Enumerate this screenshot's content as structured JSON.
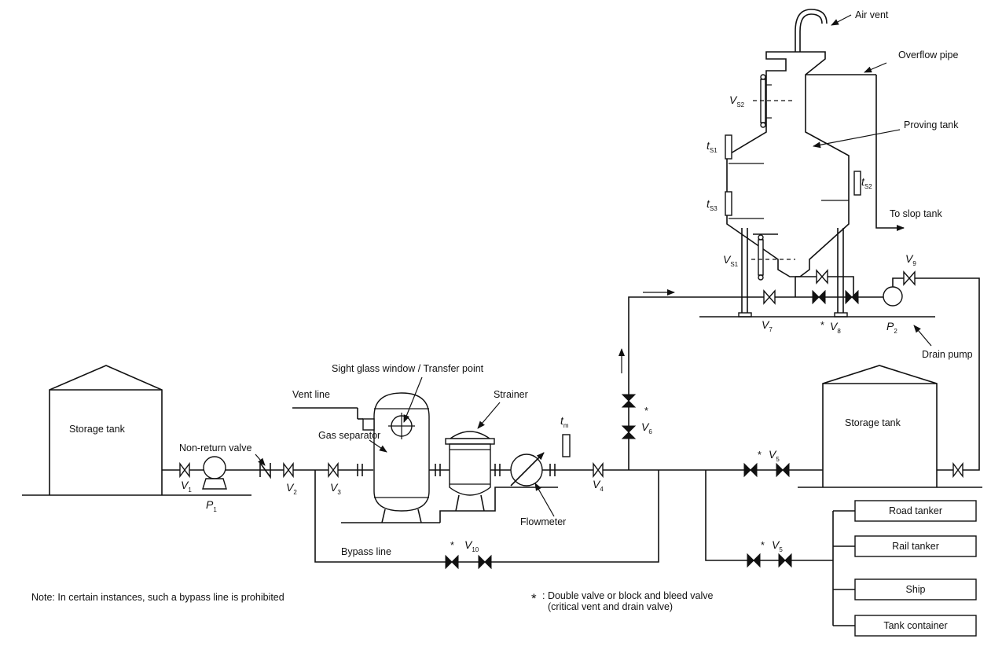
{
  "labels": {
    "storage_tank_left": "Storage tank",
    "storage_tank_right": "Storage tank",
    "non_return_valve": "Non-return valve",
    "gas_separator": "Gas separator",
    "vent_line": "Vent line",
    "sight_glass": "Sight glass window / Transfer point",
    "strainer": "Strainer",
    "flowmeter": "Flowmeter",
    "bypass_line": "Bypass line",
    "air_vent": "Air vent",
    "overflow_pipe": "Overflow pipe",
    "proving_tank": "Proving tank",
    "to_slop_tank": "To slop tank",
    "drain_pump": "Drain pump"
  },
  "destinations": [
    "Road tanker",
    "Rail tanker",
    "Ship",
    "Tank container"
  ],
  "symbols": {
    "V1": {
      "main": "V",
      "sub": "1"
    },
    "V2": {
      "main": "V",
      "sub": "2"
    },
    "V3": {
      "main": "V",
      "sub": "3"
    },
    "V4": {
      "main": "V",
      "sub": "4"
    },
    "V5a": {
      "main": "V",
      "sub": "5"
    },
    "V5b": {
      "main": "V",
      "sub": "5"
    },
    "V6": {
      "main": "V",
      "sub": "6"
    },
    "V7": {
      "main": "V",
      "sub": "7"
    },
    "V8": {
      "main": "V",
      "sub": "8"
    },
    "V9": {
      "main": "V",
      "sub": "9"
    },
    "V10": {
      "main": "V",
      "sub": "10"
    },
    "P1": {
      "main": "P",
      "sub": "1"
    },
    "P2": {
      "main": "P",
      "sub": "2"
    },
    "tm": {
      "main": "t",
      "sub": "m"
    },
    "tS1": {
      "main": "t",
      "sub": "S1"
    },
    "tS2": {
      "main": "t",
      "sub": "S2"
    },
    "tS3": {
      "main": "t",
      "sub": "S3"
    },
    "VS1": {
      "main": "V",
      "sub": "S1"
    },
    "VS2": {
      "main": "V",
      "sub": "S2"
    }
  },
  "asterisk": "*",
  "notes": {
    "bypass_note": "Note: In certain instances, such a bypass line is prohibited",
    "star_symbol": "*",
    "legend_line1": ": Double valve or block and bleed valve",
    "legend_line2": "(critical vent and drain valve)"
  }
}
